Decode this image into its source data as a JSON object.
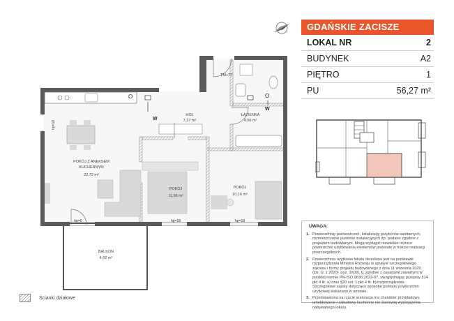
{
  "info": {
    "brand": "GDAŃSKIE ZACISZE",
    "rows": [
      {
        "label": "LOKAL NR",
        "value": "2"
      },
      {
        "label": "BUDYNEK",
        "value": "A2"
      },
      {
        "label": "PIĘTRO",
        "value": "1"
      },
      {
        "label": "PU",
        "value": "56,27 m²"
      }
    ]
  },
  "rooms": {
    "hol": {
      "name": "HOL",
      "area": "7,27 m²"
    },
    "lazienka": {
      "name": "ŁAZIENKA",
      "area": "4,56 m²"
    },
    "kuchnia": {
      "name1": "POKÓJ Z ANEKSEM",
      "name2": "KUCHENNYM",
      "area": "22,72 m²"
    },
    "pokoj1": {
      "name": "POKÓJ",
      "area": "11,96 m²"
    },
    "pokoj2": {
      "name": "POKÓJ",
      "area": "10,16 m²"
    },
    "balkon": {
      "name": "BALKON",
      "area": "4,62 m²"
    }
  },
  "marks": {
    "tm": "TM+TT",
    "o1": "O",
    "w1": "W",
    "o2": "O",
    "w2": "W",
    "hp18a": "hp=18",
    "hp0": "hp=0",
    "hp18b": "hp=18",
    "hp18c": "hp=18"
  },
  "notes": {
    "title": "UWAGA:",
    "items": [
      {
        "num": "1.",
        "text": "Powierzchnię pomieszczeń, lokalizację przyborów sanitarnych, rozmieszczenie punktów instalacyjnych itp. podano zgodnie z projektem budowlanym. Mogą wystąpić niewielkie różnice powierzchni użytkowania elementów powstałe w trakcie realizacji poszczególnych."
      },
      {
        "num": "2.",
        "text": "Powierzchnia użytkowa lokalu określona jest na podstawie rozporządzenia Ministra Rozwoju w sprawie szczegółowego zakresu i formy projektu budowlanego z dnia 11 września 2020 (Dz. U. z 2020r. poz. 1609), tj. zgodnie z zasadami zawartymi w polskiej normie PN-ISO 9836:2022-07, uwzględniając przepisy §14 pkt 4 lit. a) oraz §20 ust. 1 pkt 4 lit. b) rozporządzenia. Szczegółowe zapisy dotyczące sposobu pomiaru powierzchni użytkowej wskazano w umowie."
      },
      {
        "num": "3.",
        "text": "Przedstawiona na rzucie aranżacja ma charakter przykładowy, umeblowanie i zabudowy kuchenne nie stanowią wyposażenia nabywanego lokalu."
      }
    ]
  },
  "legend": {
    "label": "Ścianki działowe"
  },
  "icons": {
    "compass": "compass-icon",
    "hatch": "hatch-swatch-icon"
  }
}
